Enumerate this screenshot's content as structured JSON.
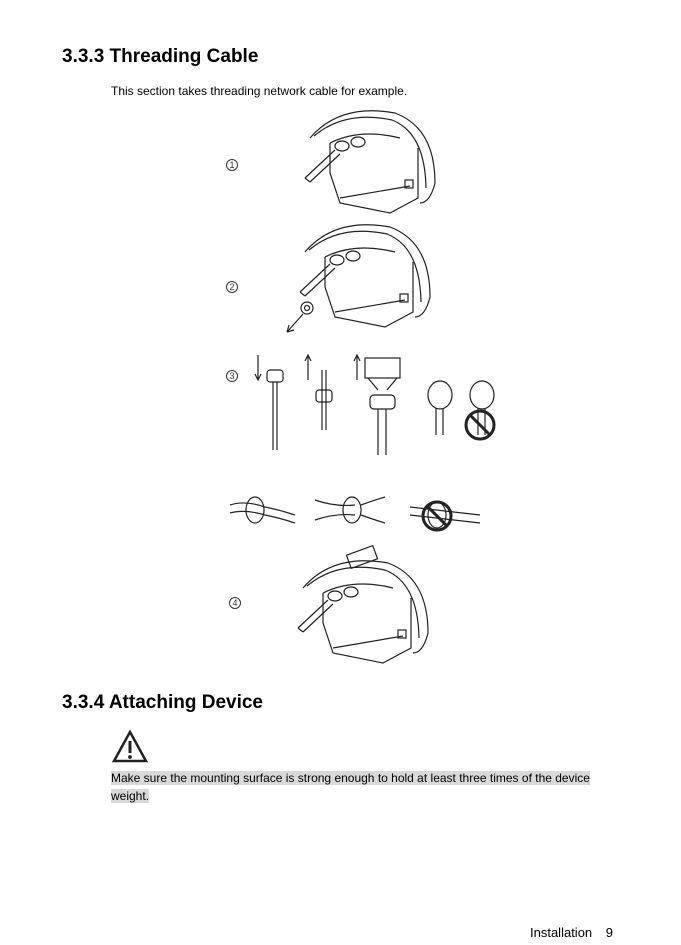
{
  "section_333": {
    "heading": "3.3.3 Threading Cable",
    "intro": "This section takes threading network cable for example.",
    "steps": [
      "1",
      "2",
      "3",
      "4"
    ]
  },
  "section_334": {
    "heading": "3.3.4 Attaching Device",
    "warning_icon": "warning-triangle-icon",
    "warning_line1": "Make sure the mounting surface is strong enough to hold at least three times of the device",
    "warning_line2": "weight."
  },
  "footer": {
    "section": "Installation",
    "page": "9"
  }
}
